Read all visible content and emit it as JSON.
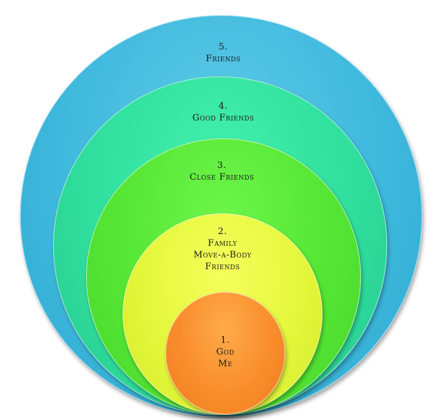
{
  "diagram": {
    "rings": [
      {
        "number": "5.",
        "lines": [
          "Friends"
        ],
        "color": "#3fb9dd"
      },
      {
        "number": "4.",
        "lines": [
          "Good Friends"
        ],
        "color": "#30df9e"
      },
      {
        "number": "3.",
        "lines": [
          "Close Friends"
        ],
        "color": "#55e635"
      },
      {
        "number": "2.",
        "lines": [
          "Family",
          "Move-a-Body",
          "Friends"
        ],
        "color": "#e5f73c"
      },
      {
        "number": "1.",
        "lines": [
          "God",
          "Me"
        ],
        "color": "#f98d2c"
      }
    ]
  }
}
